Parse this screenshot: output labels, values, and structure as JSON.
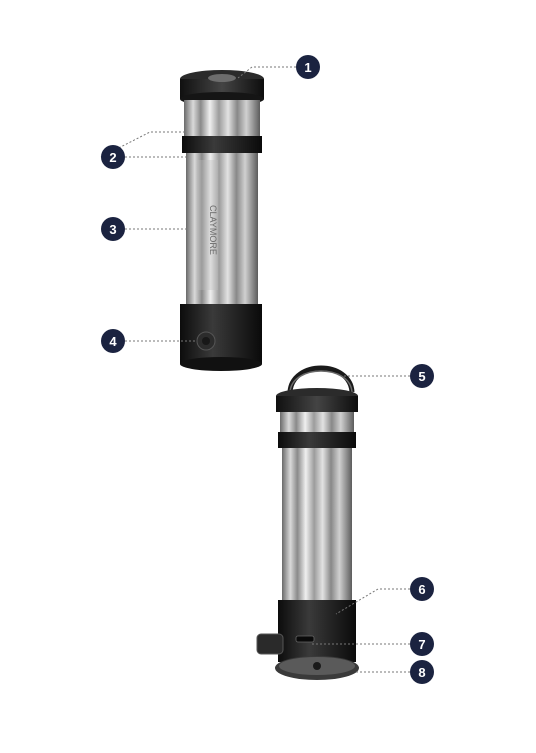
{
  "callouts": [
    {
      "num": "1"
    },
    {
      "num": "2"
    },
    {
      "num": "3"
    },
    {
      "num": "4"
    },
    {
      "num": "5"
    },
    {
      "num": "6"
    },
    {
      "num": "7"
    },
    {
      "num": "8"
    }
  ],
  "product": {
    "brand_text": "CLAYMORE"
  },
  "colors": {
    "callout_bg": "#1b2340",
    "callout_text": "#ffffff",
    "leader_line": "#777777",
    "body_dark": "#1a1a1a",
    "glass_light": "#e8e8e8",
    "glass_mid": "#9a9a9a"
  }
}
